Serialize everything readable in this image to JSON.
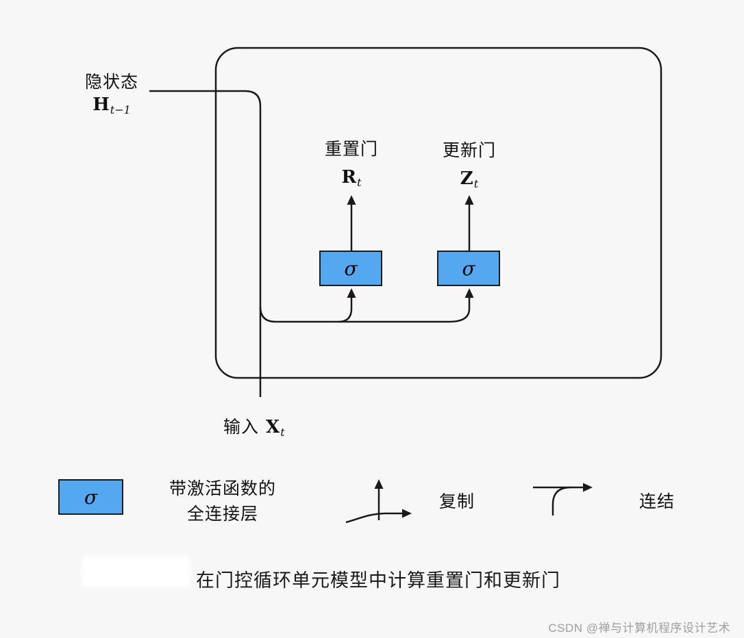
{
  "colors": {
    "sigma_fill": "#54a8f0",
    "line": "#1a1a1a",
    "background": "#f7f7f7",
    "watermark": "#9e9e9e"
  },
  "diagram": {
    "hidden_state": {
      "label": "隐状态",
      "var": "H",
      "sub": "t−1"
    },
    "input": {
      "label": "输入",
      "var": "X",
      "sub": "t"
    },
    "reset_gate": {
      "label": "重置门",
      "var": "R",
      "sub": "t"
    },
    "update_gate": {
      "label": "更新门",
      "var": "Z",
      "sub": "t"
    },
    "sigma": "σ"
  },
  "legend": {
    "sigma": "σ",
    "fc_line1": "带激活函数的",
    "fc_line2": "全连接层",
    "copy": "复制",
    "concat": "连结"
  },
  "caption": "在门控循环单元模型中计算重置门和更新门",
  "watermark": "CSDN @禅与计算机程序设计艺术"
}
